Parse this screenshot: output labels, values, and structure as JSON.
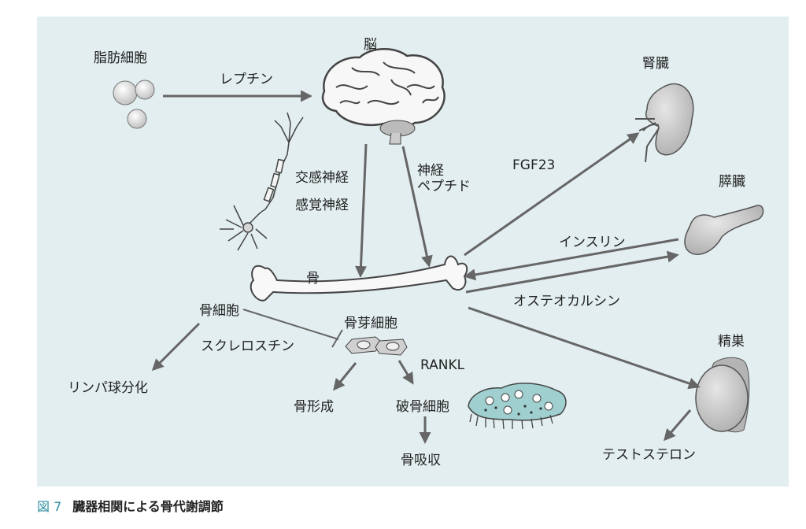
{
  "labels": {
    "adipocyte": "脂肪細胞",
    "leptin": "レプチン",
    "brain": "脳",
    "kidney": "腎臓",
    "fgf23": "FGF23",
    "sympathetic": "交感神経",
    "sensory": "感覚神経",
    "neuropeptide": "神経\nペプチド",
    "pancreas": "膵臓",
    "insulin": "インスリン",
    "bone": "骨",
    "osteocalcin": "オステオカルシン",
    "osteocyte": "骨細胞",
    "sclerostin": "スクレロスチン",
    "osteoblast": "骨芽細胞",
    "rankl": "RANKL",
    "lymph": "リンパ球分化",
    "bone_formation": "骨形成",
    "osteoclast": "破骨細胞",
    "resorption": "骨吸収",
    "testis": "精巣",
    "testosterone": "テストステロン"
  },
  "caption": {
    "figure": "図 7",
    "title": "臓器相関による骨代謝調節"
  },
  "colors": {
    "panel": "#e3eef0",
    "arrow": "#666666",
    "organ": "#c9c9c9",
    "accent": "#2d8fa2",
    "osteoclast": "#9fcfcf"
  }
}
